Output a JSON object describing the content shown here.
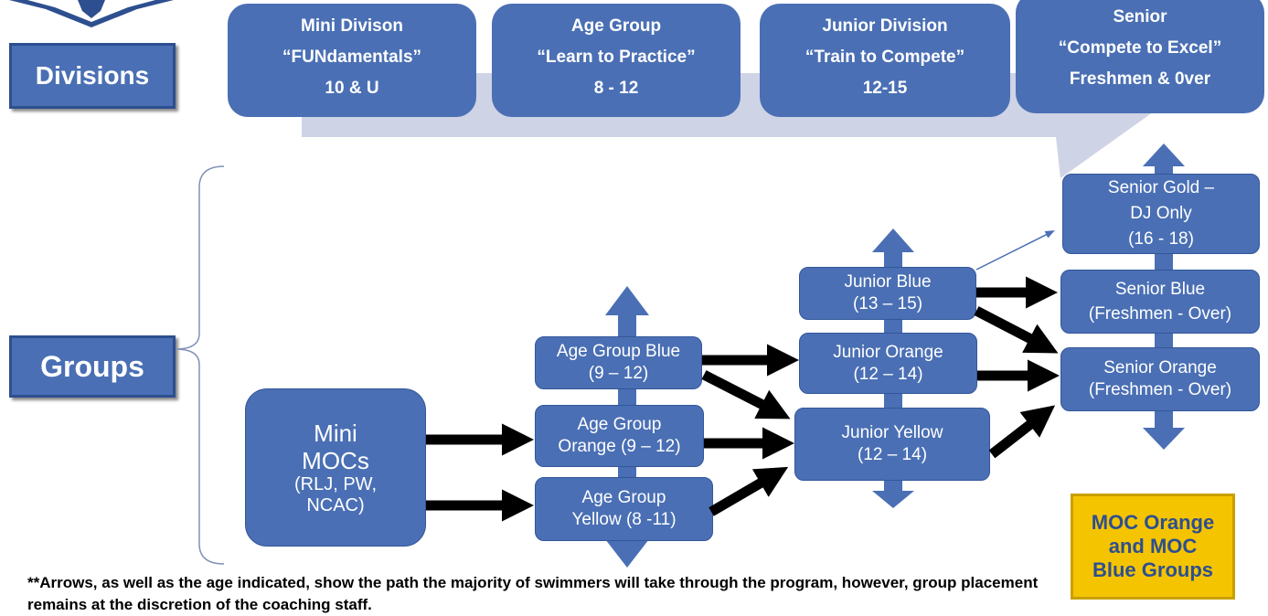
{
  "labels": {
    "divisions": "Divisions",
    "groups": "Groups"
  },
  "divisions": [
    {
      "name": "Mini Divison",
      "motto": "“FUNdamentals”",
      "ages": "10  & U"
    },
    {
      "name": "Age Group",
      "motto": "“Learn to Practice”",
      "ages": "8 - 12"
    },
    {
      "name": "Junior Division",
      "motto": "“Train to Compete”",
      "ages": "12-15"
    },
    {
      "name": "Senior",
      "motto": "“Compete to Excel”",
      "ages": "Freshmen & 0ver"
    }
  ],
  "groups": {
    "mini": {
      "line1": "Mini",
      "line2": "MOCs",
      "line3": "(RLJ, PW,",
      "line4": "NCAC)"
    },
    "age_blue": {
      "line1": "Age Group Blue",
      "line2": "(9 – 12)"
    },
    "age_orange": {
      "line1": "Age Group",
      "line2": "Orange (9 – 12)"
    },
    "age_yellow": {
      "line1": "Age Group",
      "line2": "Yellow (8 -11)"
    },
    "junior_blue": {
      "line1": "Junior Blue",
      "line2": "(13 – 15)"
    },
    "junior_orange": {
      "line1": "Junior Orange",
      "line2": "(12 – 14)"
    },
    "junior_yellow": {
      "line1": "Junior Yellow",
      "line2": "(12 – 14)"
    },
    "senior_gold": {
      "line1": "Senior Gold –",
      "line2": "DJ Only",
      "line3": "(16 - 18)"
    },
    "senior_blue": {
      "line1": "Senior Blue",
      "line2": "(Freshmen - Over)"
    },
    "senior_orange": {
      "line1": "Senior Orange",
      "line2": "(Freshmen - Over)"
    }
  },
  "moc_box": {
    "line1": "MOC Orange",
    "line2": "and MOC",
    "line3": "Blue Groups"
  },
  "footnote": "**Arrows, as well as the age indicated, show the path the majority of swimmers will take through the program, however, group placement remains at the discretion of the coaching staff.",
  "colors": {
    "box_blue": "#4a6fb4",
    "band_gray": "#cfd3e6",
    "moc_yellow": "#f5c400",
    "arrow": "#000000"
  }
}
